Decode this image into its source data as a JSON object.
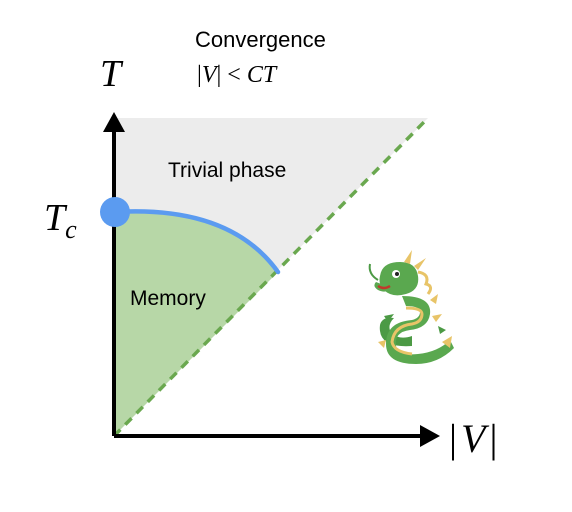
{
  "title": "Convergence",
  "condition": {
    "left": "|",
    "V": "V",
    "mid": "| < ",
    "CT": "CT"
  },
  "axes": {
    "y_label": "T",
    "x_label": {
      "open": "|",
      "V": "V",
      "close": "|"
    },
    "tc_label": {
      "T": "T",
      "sub": "c"
    }
  },
  "regions": {
    "trivial": "Trivial phase",
    "memory": "Memory"
  },
  "icon": "dragon-icon",
  "colors": {
    "trivial_fill": "#ececec",
    "memory_fill": "#b7d7a7",
    "boundary_curve": "#5b9bf0",
    "critical_point": "#5b9bf0",
    "diagonal": "#6aa84f",
    "axes": "#000000"
  }
}
